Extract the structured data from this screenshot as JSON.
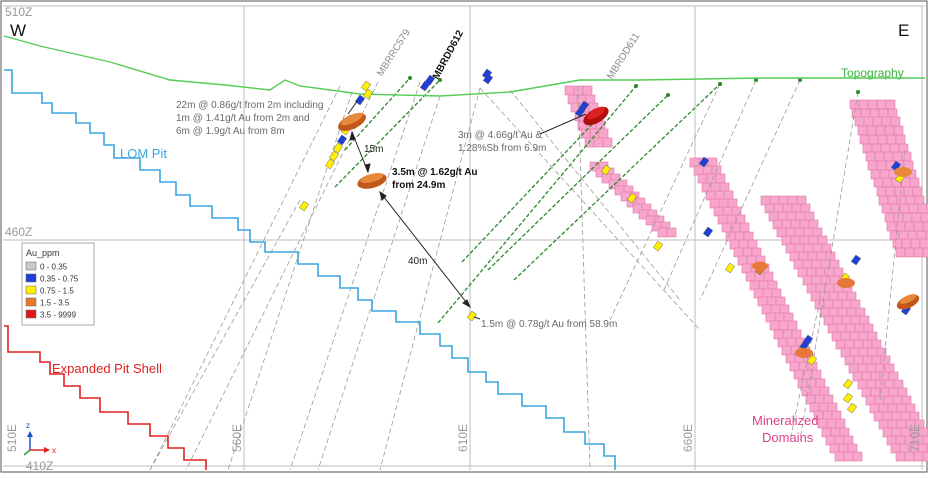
{
  "directions": {
    "west": "W",
    "east": "E"
  },
  "elevations": {
    "top": "510Z",
    "mid": "460Z",
    "bottom": "410Z"
  },
  "eastings": [
    "510E",
    "560E",
    "610E",
    "660E",
    "710E"
  ],
  "labels": {
    "topography": "Topography",
    "lom_pit": "LOM Pit",
    "expanded_pit": "Expanded Pit Shell",
    "mineralized_line1": "Mineralized",
    "mineralized_line2": "Domains"
  },
  "holes": [
    "MBRRC579",
    "MBRDD612",
    "MBRDD611"
  ],
  "annotations": {
    "a1": [
      "22m @ 0.86g/t from 2m including",
      "1m @ 1.41g/t Au from 2m and",
      "6m @ 1.9g/t Au from 8m"
    ],
    "a2": [
      "3.5m @ 1.62g/t Au",
      "from 24.9m"
    ],
    "a3": [
      "3m @ 4.66g/t Au &",
      "1.28%Sb from 6.9m"
    ],
    "a4": "1.5m @ 0.78g/t Au from 58.9m",
    "d15": "15m",
    "d40": "40m"
  },
  "legend": {
    "title": "Au_ppm",
    "items": [
      {
        "label": "0 - 0.35",
        "color": "#c8c8c8"
      },
      {
        "label": "0.35 - 0.75",
        "color": "#1f3fd6"
      },
      {
        "label": "0.75 - 1.5",
        "color": "#ffee00"
      },
      {
        "label": "1.5 - 3.5",
        "color": "#e8782a"
      },
      {
        "label": "3.5 - 9999",
        "color": "#e01818"
      }
    ]
  },
  "axes": {
    "z": "z",
    "x": "x"
  },
  "colors": {
    "topography": "#55cc55",
    "lom_pit": "#3aa6e0",
    "expanded_pit": "#e02020",
    "mineralized": "#f7a6cc",
    "grid": "#bdbdbd"
  }
}
